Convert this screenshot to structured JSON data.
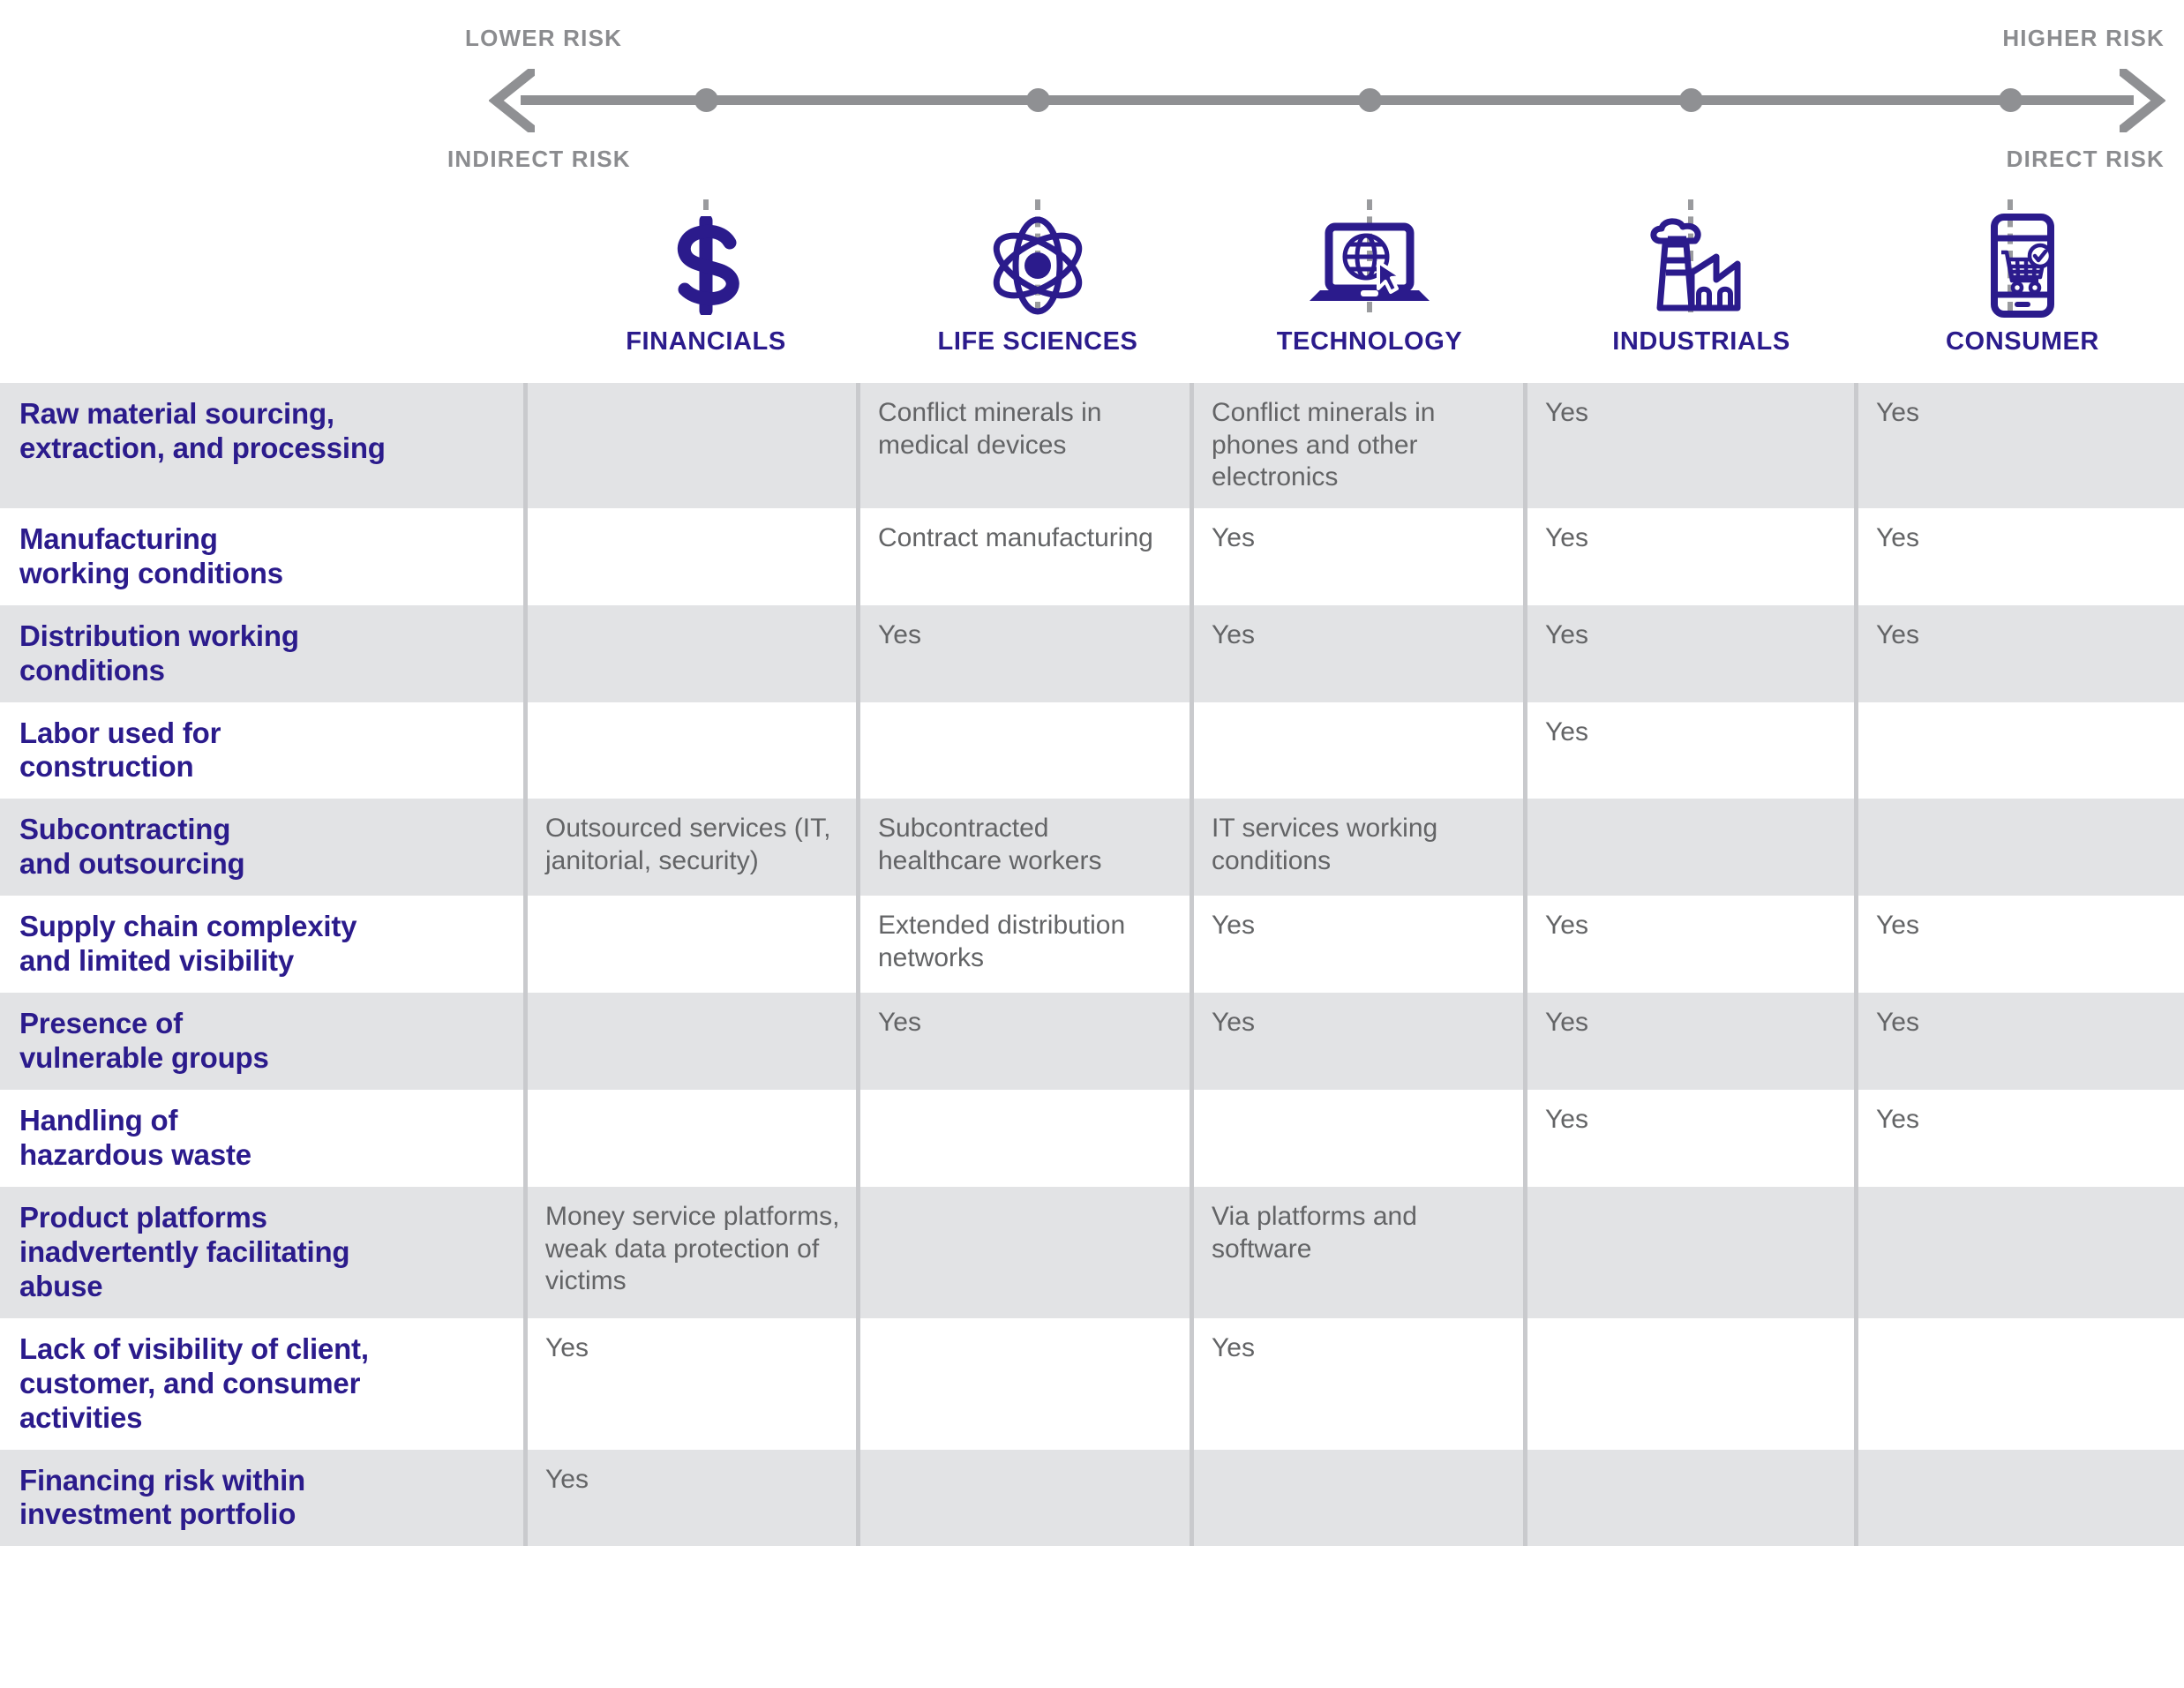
{
  "axis": {
    "lower_risk": "LOWER RISK",
    "higher_risk": "HIGHER RISK",
    "indirect_risk": "INDIRECT RISK",
    "direct_risk": "DIRECT RISK"
  },
  "colors": {
    "brand_purple": "#2b1b8c",
    "axis_gray": "#8f9093",
    "row_shade": "#e2e3e5",
    "cell_text": "#636466",
    "divider": "#c9cacd"
  },
  "sectors": [
    {
      "label": "FINANCIALS",
      "icon": "dollar-sign-icon"
    },
    {
      "label": "LIFE SCIENCES",
      "icon": "atom-icon"
    },
    {
      "label": "TECHNOLOGY",
      "icon": "laptop-globe-icon"
    },
    {
      "label": "INDUSTRIALS",
      "icon": "factory-icon"
    },
    {
      "label": "CONSUMER",
      "icon": "smartphone-cart-icon"
    }
  ],
  "chart_data": {
    "type": "table",
    "title": "",
    "columns": [
      "",
      "FINANCIALS",
      "LIFE SCIENCES",
      "TECHNOLOGY",
      "INDUSTRIALS",
      "CONSUMER"
    ],
    "axis_scale": {
      "left_end": "LOWER RISK / INDIRECT RISK",
      "right_end": "HIGHER RISK / DIRECT RISK",
      "ordered_sectors": [
        "FINANCIALS",
        "LIFE SCIENCES",
        "TECHNOLOGY",
        "INDUSTRIALS",
        "CONSUMER"
      ]
    },
    "rows": [
      {
        "label": "Raw material sourcing, extraction, and processing",
        "cells": [
          "",
          "Conflict minerals in medical devices",
          "Conflict minerals in phones and other electronics",
          "Yes",
          "Yes"
        ]
      },
      {
        "label": "Manufacturing working conditions",
        "cells": [
          "",
          "Contract manufacturing",
          "Yes",
          "Yes",
          "Yes"
        ]
      },
      {
        "label": "Distribution working conditions",
        "cells": [
          "",
          "Yes",
          "Yes",
          "Yes",
          "Yes"
        ]
      },
      {
        "label": "Labor used for construction",
        "cells": [
          "",
          "",
          "",
          "Yes",
          ""
        ]
      },
      {
        "label": "Subcontracting and outsourcing",
        "cells": [
          "Outsourced services (IT, janitorial, security)",
          "Subcontracted healthcare workers",
          "IT services working conditions",
          "",
          ""
        ]
      },
      {
        "label": "Supply chain complexity and limited visibility",
        "cells": [
          "",
          "Extended distribution networks",
          "Yes",
          "Yes",
          "Yes"
        ]
      },
      {
        "label": "Presence of vulnerable groups",
        "cells": [
          "",
          "Yes",
          "Yes",
          "Yes",
          "Yes"
        ]
      },
      {
        "label": "Handling of hazardous waste",
        "cells": [
          "",
          "",
          "",
          "Yes",
          "Yes"
        ]
      },
      {
        "label": "Product platforms inadvertently facilitating abuse",
        "cells": [
          "Money service platforms, weak data protection of victims",
          "",
          "Via platforms and software",
          "",
          ""
        ]
      },
      {
        "label": "Lack of visibility of client, customer, and consumer activities",
        "cells": [
          "Yes",
          "",
          "Yes",
          "",
          ""
        ]
      },
      {
        "label": "Financing risk within investment portfolio",
        "cells": [
          "Yes",
          "",
          "",
          "",
          ""
        ]
      }
    ]
  },
  "table": {
    "row_labels": [
      "Raw material sourcing,\nextraction, and processing",
      "Manufacturing\nworking conditions",
      "Distribution working\nconditions",
      "Labor used for\nconstruction",
      "Subcontracting\nand outsourcing",
      "Supply chain complexity\nand limited visibility",
      "Presence of\nvulnerable groups",
      "Handling of\nhazardous waste",
      "Product platforms\ninadvertently facilitating\nabuse",
      "Lack of visibility of client,\ncustomer, and consumer\nactivities",
      "Financing risk within\ninvestment portfolio"
    ]
  }
}
